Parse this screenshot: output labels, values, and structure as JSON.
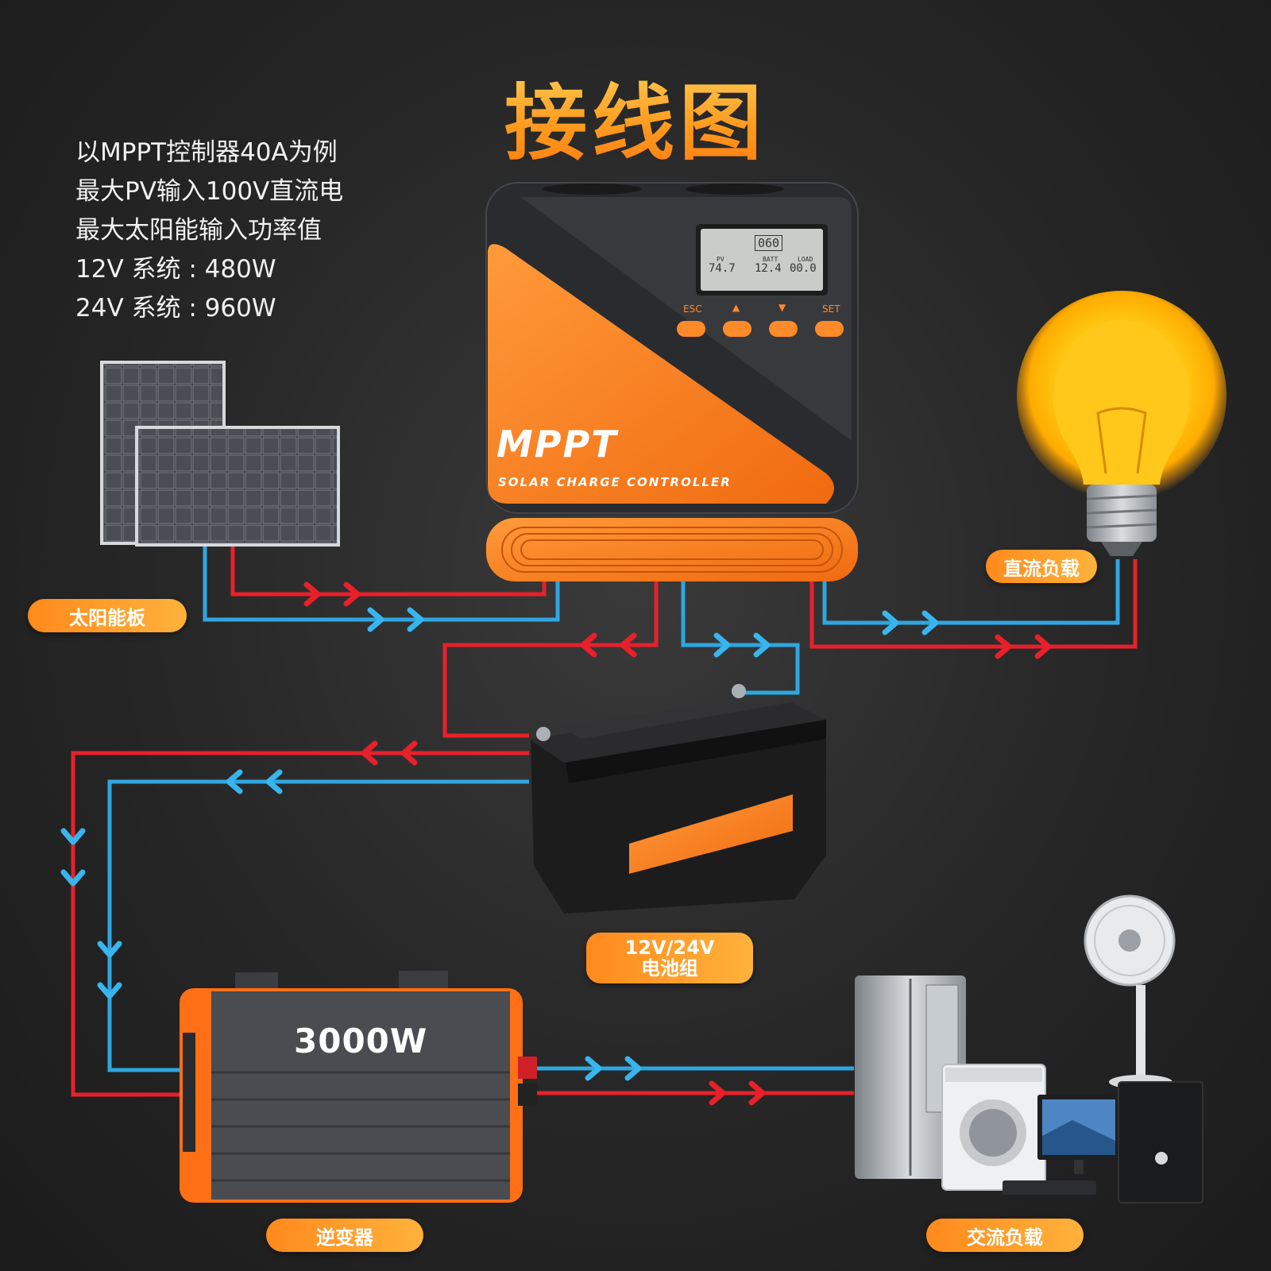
{
  "title": "接线图",
  "specs": [
    "以MPPT控制器40A为例",
    "最大PV输入100V直流电",
    "最大太阳能输入功率值",
    "12V 系统 : 480W",
    "24V 系统 : 960W"
  ],
  "controller": {
    "brand": "MPPT",
    "subtitle": "SOLAR CHARGE CONTROLLER",
    "buttons": [
      "ESC",
      "▲",
      "▼",
      "SET"
    ],
    "lcd": {
      "pv_label": "PV",
      "pv_value": "74.7",
      "batt_label": "BATT",
      "batt_value": "12.4",
      "load_label": "LOAD",
      "load_value": "00.0",
      "percent": "060"
    }
  },
  "labels": {
    "solar_panel": "太阳能板",
    "dc_load": "直流负载",
    "battery_line1": "12V/24V",
    "battery_line2": "电池组",
    "inverter": "逆变器",
    "ac_load": "交流负载"
  },
  "inverter": {
    "rating": "3000W"
  },
  "colors": {
    "positive_wire": "#e8202a",
    "negative_wire": "#2fa6e0",
    "accent": "#ff8a1c"
  }
}
